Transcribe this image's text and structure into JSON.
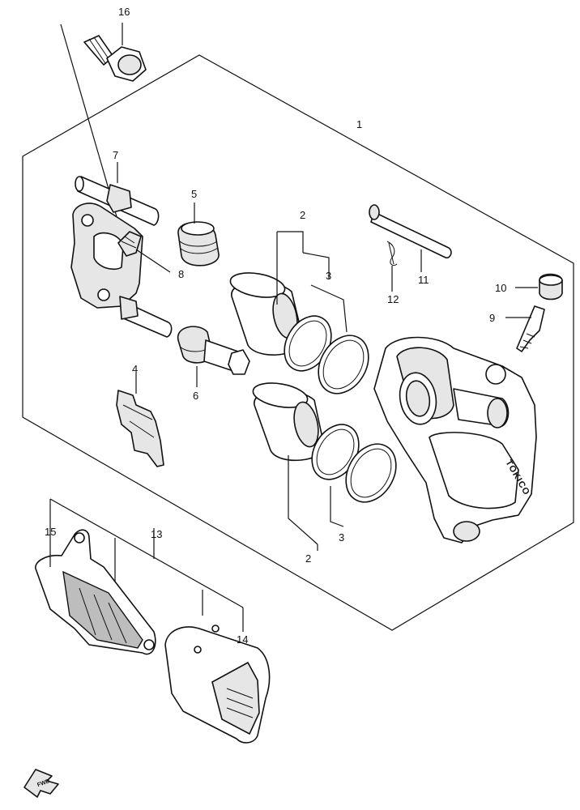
{
  "callouts": {
    "c1": "1",
    "c2a": "2",
    "c2b": "2",
    "c3a": "3",
    "c3b": "3",
    "c4": "4",
    "c5": "5",
    "c6": "6",
    "c7": "7",
    "c8": "8",
    "c9": "9",
    "c10": "10",
    "c11": "11",
    "c12": "12",
    "c13": "13",
    "c14": "14",
    "c15": "15",
    "c16": "16"
  },
  "caliper_marking": "TOKICO",
  "direction_marker": "FWD"
}
